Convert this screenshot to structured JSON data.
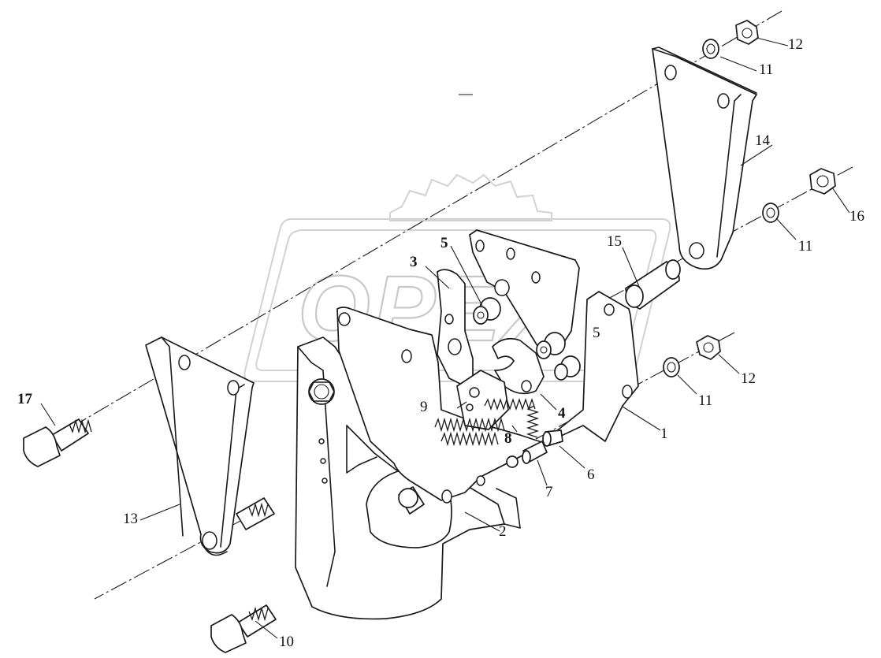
{
  "diagram": {
    "watermark": "OPEX",
    "callouts": [
      {
        "id": "c1",
        "label": "1"
      },
      {
        "id": "c2",
        "label": "2"
      },
      {
        "id": "c3",
        "label": "3"
      },
      {
        "id": "c4",
        "label": "4"
      },
      {
        "id": "c5a",
        "label": "5"
      },
      {
        "id": "c5b",
        "label": "5"
      },
      {
        "id": "c6",
        "label": "6"
      },
      {
        "id": "c7",
        "label": "7"
      },
      {
        "id": "c8",
        "label": "8"
      },
      {
        "id": "c9",
        "label": "9"
      },
      {
        "id": "c10",
        "label": "10"
      },
      {
        "id": "c11a",
        "label": "11"
      },
      {
        "id": "c11b",
        "label": "11"
      },
      {
        "id": "c11c",
        "label": "11"
      },
      {
        "id": "c12a",
        "label": "12"
      },
      {
        "id": "c12b",
        "label": "12"
      },
      {
        "id": "c13",
        "label": "13"
      },
      {
        "id": "c14",
        "label": "14"
      },
      {
        "id": "c15",
        "label": "15"
      },
      {
        "id": "c16",
        "label": "16"
      },
      {
        "id": "c17",
        "label": "17"
      }
    ]
  }
}
